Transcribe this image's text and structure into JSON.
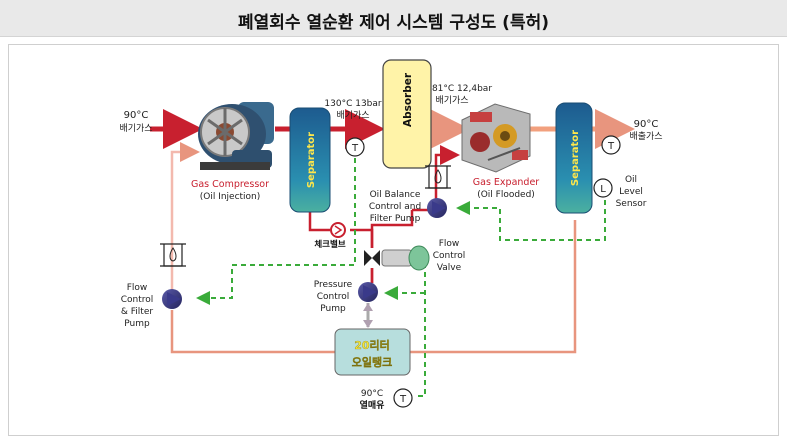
{
  "title": "폐열회수 열순환 제어 시스템 구성도 (특허)",
  "inlet": {
    "temp": "90°C",
    "label": "배기가스"
  },
  "gas_compressor": {
    "name": "Gas Compressor",
    "sub": "(Oil Injection)"
  },
  "separator1": {
    "label": "Separator"
  },
  "compressor_out": {
    "cond": "130°C 13bar",
    "label": "배기가스"
  },
  "absorber": {
    "label": "Absorber"
  },
  "absorber_out": {
    "cond": "81°C 12,4bar",
    "label": "배기가스"
  },
  "gas_expander": {
    "name": "Gas Expander",
    "sub": "(Oil Flooded)"
  },
  "separator2": {
    "label": "Separator"
  },
  "outlet": {
    "temp": "90°C",
    "label": "배출가스"
  },
  "sensors": {
    "temp": "T",
    "level": "L"
  },
  "oil_level_sensor": {
    "line1": "Oil",
    "line2": "Level",
    "line3": "Sensor"
  },
  "oil_balance_pump": {
    "line1": "Oil Balance",
    "line2": "Control and",
    "line3": "Filter Pump"
  },
  "check_valve": {
    "label": "체크밸브"
  },
  "flow_control_valve": {
    "line1": "Flow",
    "line2": "Control",
    "line3": "Valve"
  },
  "pressure_pump": {
    "line1": "Pressure",
    "line2": "Control",
    "line3": "Pump"
  },
  "filter_pump_left": {
    "line1": "Flow",
    "line2": "Control",
    "line3": "& Filter",
    "line4": "Pump"
  },
  "oil_tank": {
    "line1": "20리터",
    "line2": "오일탱크"
  },
  "heat_medium": {
    "temp": "90°C",
    "label": "열매유"
  },
  "colors": {
    "gas_in": "#c8202f",
    "gas_out": "#f2a07e",
    "oil_line": "#e8957e",
    "signal": "#3aab3a",
    "separator": "#1f6fa0",
    "absorber": "#fff3a8",
    "oil_tank": "#b7dedd"
  }
}
